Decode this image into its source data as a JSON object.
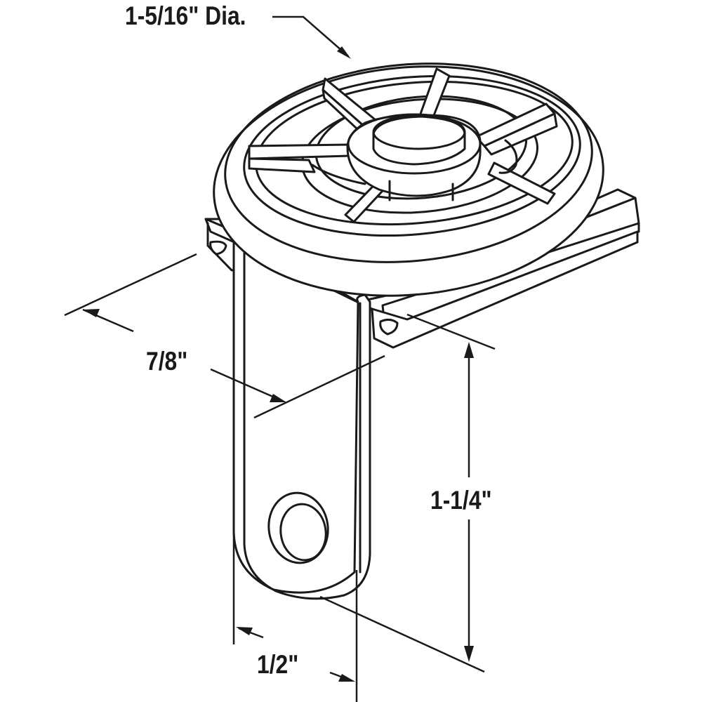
{
  "dimensions": {
    "wheel_diameter": "1-5/16\" Dia.",
    "depth": "7/8\"",
    "height": "1-1/4\"",
    "width": "1/2\""
  },
  "colors": {
    "line": "#1a1a1a",
    "background": "#ffffff"
  }
}
